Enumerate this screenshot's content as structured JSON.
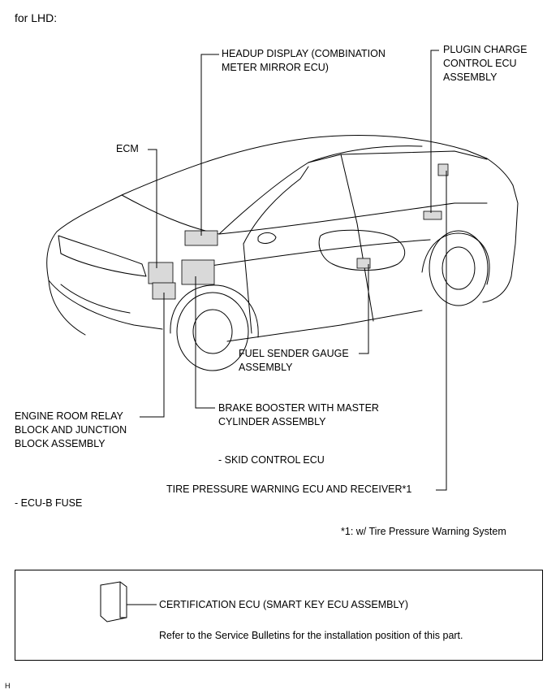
{
  "header": {
    "title": "for LHD:"
  },
  "labels": {
    "headup_display": "HEADUP DISPLAY (COMBINATION\nMETER MIRROR ECU)",
    "plugin_charge": "PLUGIN CHARGE\nCONTROL ECU\nASSEMBLY",
    "ecm": "ECM",
    "fuel_sender": "FUEL SENDER GAUGE\nASSEMBLY",
    "engine_room_relay": "ENGINE ROOM RELAY\nBLOCK AND JUNCTION\nBLOCK ASSEMBLY",
    "brake_booster": "BRAKE BOOSTER WITH MASTER\nCYLINDER ASSEMBLY",
    "skid_control": "- SKID CONTROL ECU",
    "tire_pressure": "TIRE PRESSURE WARNING ECU AND RECEIVER*1",
    "ecu_b_fuse": "- ECU-B FUSE"
  },
  "footnote": "*1: w/ Tire Pressure Warning System",
  "certification_box": {
    "label": "CERTIFICATION ECU (SMART KEY ECU ASSEMBLY)",
    "note": "Refer to the Service Bulletins for the installation position of this part."
  },
  "corner_mark": "H"
}
